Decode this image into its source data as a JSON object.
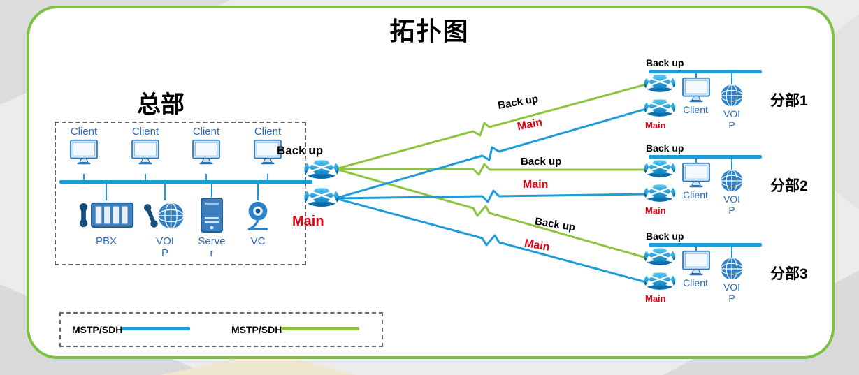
{
  "title": "拓扑图",
  "colors": {
    "border_green": "#7CC142",
    "link_green": "#8CC63F",
    "link_blue": "#1E9CD7",
    "main_red": "#E60012",
    "device_blue": "#2B6BB8"
  },
  "headquarters": {
    "label": "总部",
    "client_labels": [
      "Client",
      "Client",
      "Client",
      "Client"
    ],
    "backup_router_label": "Back up",
    "main_router_label": "Main",
    "devices": [
      "PBX",
      "VOIP",
      "Server",
      "VC"
    ]
  },
  "links": {
    "branch1_backup": "Back up",
    "branch1_main": "Main",
    "branch2_backup": "Back up",
    "branch2_main": "Main",
    "branch3_backup": "Back up",
    "branch3_main": "Main"
  },
  "branches": [
    {
      "name": "分部1",
      "backup_label": "Back up",
      "main_label": "Main",
      "client_label": "Client",
      "voip_label": "VOIP"
    },
    {
      "name": "分部2",
      "backup_label": "Back up",
      "main_label": "Main",
      "client_label": "Client",
      "voip_label": "VOIP"
    },
    {
      "name": "分部3",
      "backup_label": "Back up",
      "main_label": "Main",
      "client_label": "Client",
      "voip_label": "VOIP"
    }
  ],
  "legend": {
    "items": [
      {
        "label": "MSTP/SDH",
        "color": "#1E9CD7"
      },
      {
        "label": "MSTP/SDH",
        "color": "#8CC63F"
      }
    ]
  }
}
